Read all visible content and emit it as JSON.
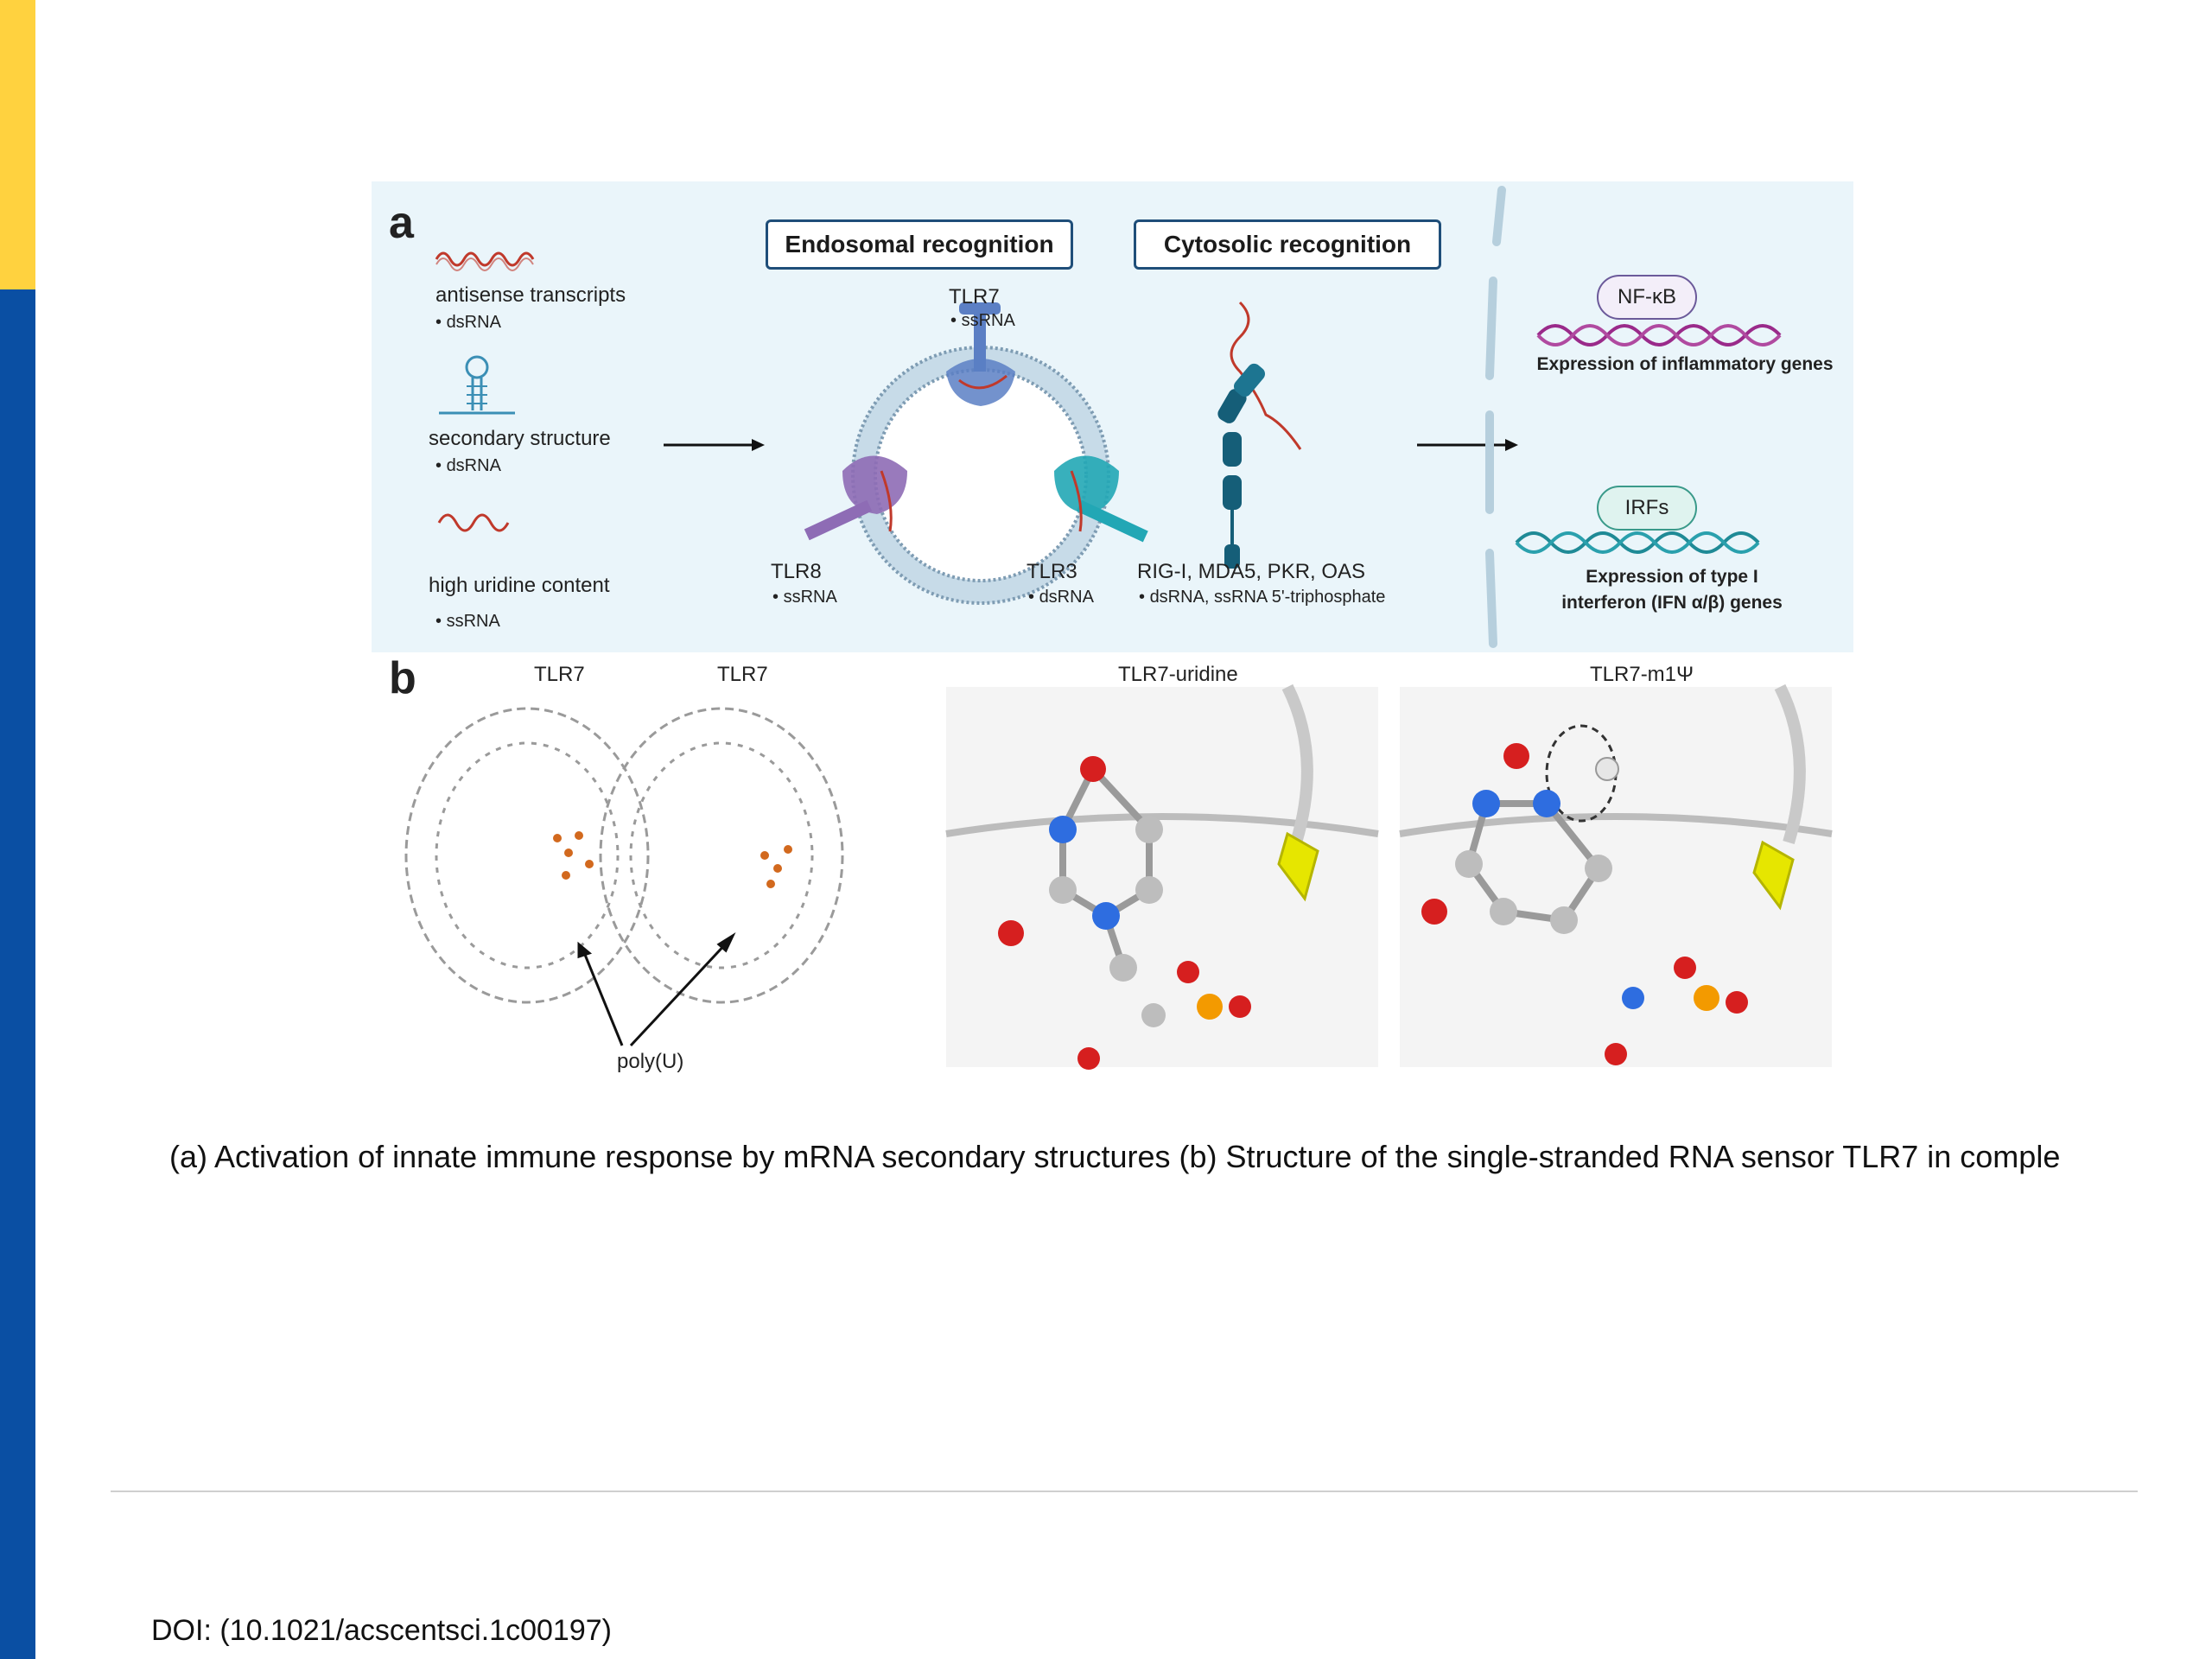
{
  "figure": {
    "panel_a": {
      "letter": "a",
      "triggers": [
        {
          "label": "antisense transcripts",
          "sub": "dsRNA"
        },
        {
          "label": "secondary structure",
          "sub": "dsRNA"
        },
        {
          "label": "high uridine content",
          "sub": "ssRNA"
        }
      ],
      "endosomal_header": "Endosomal recognition",
      "cytosolic_header": "Cytosolic recognition",
      "receptors": {
        "tlr7": {
          "label": "TLR7",
          "sub": "ssRNA"
        },
        "tlr8": {
          "label": "TLR8",
          "sub": "ssRNA"
        },
        "tlr3": {
          "label": "TLR3",
          "sub": "dsRNA"
        }
      },
      "cytosolic_sensors": {
        "label": "RIG-I, MDA5, PKR, OAS",
        "sub": "dsRNA, ssRNA 5'-triphosphate"
      },
      "outputs": [
        {
          "factor": "NF-κB",
          "caption": "Expression of inflammatory genes"
        },
        {
          "factor": "IRFs",
          "caption_line1": "Expression of type I",
          "caption_line2": "interferon (IFN α/β) genes"
        }
      ]
    },
    "panel_b": {
      "letter": "b",
      "titles": [
        "TLR7",
        "TLR7",
        "TLR7-uridine",
        "TLR7-m1Ψ"
      ],
      "polyu_label": "poly(U)"
    }
  },
  "caption": "(a) Activation of innate immune response by mRNA secondary structures (b) Structure of the single-stranded RNA sensor TLR7 in comple",
  "doi": "DOI: (10.1021/acscentsci.1c00197)",
  "colors": {
    "sidebar_blue": "#0a4fa3",
    "sidebar_yellow": "#ffd23f",
    "panel_a_bg": "#eaf5fa",
    "rna_red": "#c0392b",
    "tlr7_blue": "#5b7fc4",
    "tlr8_purple": "#8e6cb5",
    "tlr3_teal": "#22a7b5",
    "nfkb_magenta": "#9a2a8a",
    "irf_teal": "#1f8a96"
  }
}
